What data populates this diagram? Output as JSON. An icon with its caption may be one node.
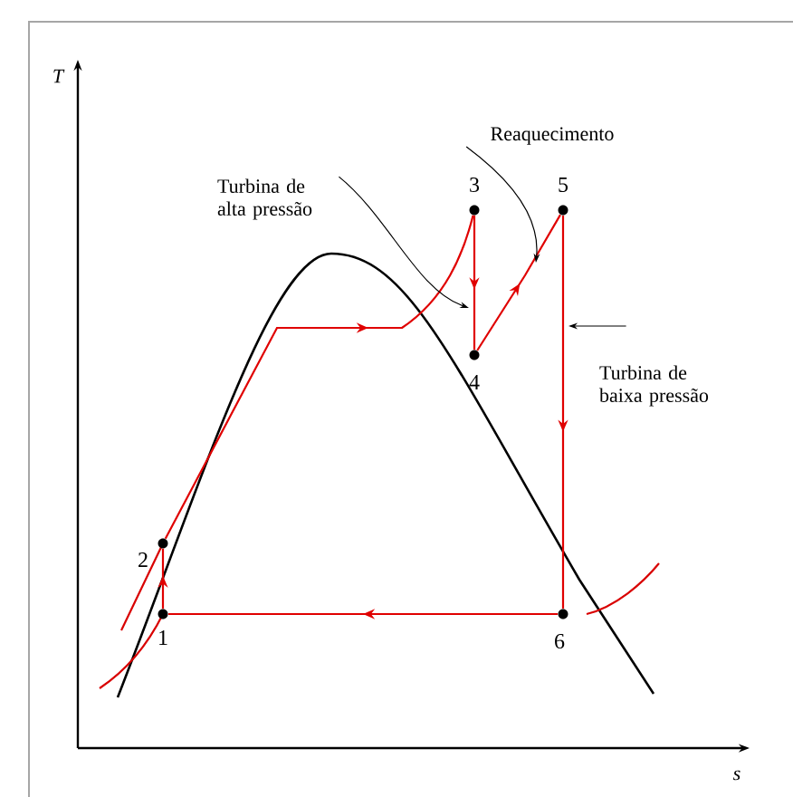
{
  "diagram": {
    "nodes": [
      {
        "text": [
          "Reaquecimento"
        ]
      },
      {
        "text": [
          "Turbina de alta pressão"
        ]
      },
      {
        "text": [],
        "shape": "circle",
        "beside": [
          "3"
        ]
      },
      {
        "text": [],
        "shape": "circle",
        "beside": [
          "5"
        ]
      },
      {
        "text": [],
        "shape": "circle",
        "beside": [
          "4"
        ]
      },
      {
        "text": [
          "Turbina de baixa pressão"
        ]
      },
      {
        "text": [],
        "shape": "circle",
        "beside": [
          "2"
        ]
      },
      {
        "text": [],
        "shape": "circle",
        "beside": [
          "1"
        ]
      },
      {
        "text": [],
        "shape": "circle",
        "beside": [
          "6"
        ]
      }
    ],
    "edges": [
      {
        "from": 7,
        "to": 6,
        "arrow": "to"
      },
      {
        "from": 6,
        "to": 2,
        "arrow": "to"
      },
      {
        "from": 2,
        "to": 4,
        "arrow": "to"
      },
      {
        "from": 4,
        "to": 3,
        "arrow": "to"
      },
      {
        "from": 3,
        "to": 8,
        "arrow": "to"
      },
      {
        "from": 8,
        "to": 7,
        "arrow": "to"
      },
      {
        "from": 1,
        "to": null,
        "arrow": "to",
        "color": "#000000"
      },
      {
        "from": 0,
        "to": null,
        "arrow": "to",
        "color": "#000000"
      },
      {
        "from": 5,
        "to": null,
        "arrow": "to",
        "color": "#000000"
      }
    ],
    "labels": [
      "T",
      "s"
    ]
  }
}
